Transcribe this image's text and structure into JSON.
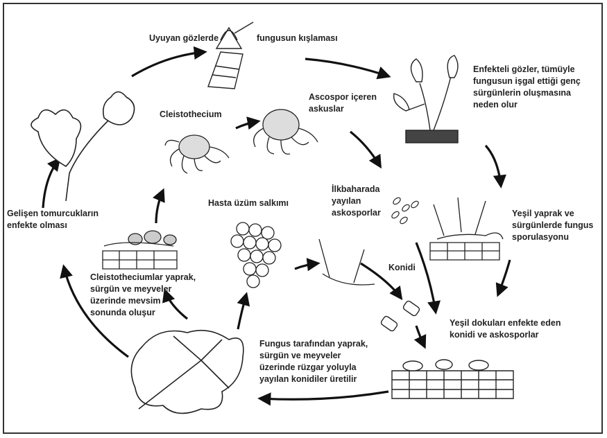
{
  "diagram": {
    "labels": {
      "wintering_left": "Uyuyan gözlerde",
      "wintering_right": "fungusun kışlaması",
      "infected_buds": [
        "Enfekteli gözler, tümüyle",
        "fungusun  işgal ettiği genç",
        "sürgünlerin oluşmasına",
        "neden olur"
      ],
      "ascospore_asci": [
        "Ascospor içeren",
        "askuslar"
      ],
      "cleistothecium": "Cleistothecium",
      "spring_ascospores": [
        "İlkbaharada",
        "yayılan",
        "askosporlar"
      ],
      "sick_cluster": "Hasta üzüm salkımı",
      "growing_buds": [
        "Gelişen tomurcukların",
        "enfekte olması"
      ],
      "sporulation": [
        "Yeşil yaprak ve",
        "sürgünlerde fungus",
        "sporulasyonu"
      ],
      "conidia": "Konidi",
      "cleistothecia_form": [
        "Cleistotheciumlar yaprak,",
        "sürgün ve meyveler",
        "üzerinde mevsim",
        "sonunda oluşur"
      ],
      "green_tissue": [
        "Yeşil dokuları enfekte eden",
        "konidi ve askosporlar"
      ],
      "conidia_produced": [
        "Fungus tarafından yaprak,",
        "sürgün ve meyveler",
        "üzerinde rüzgar yoluyla",
        "yayılan  konidiler üretilir"
      ]
    }
  }
}
